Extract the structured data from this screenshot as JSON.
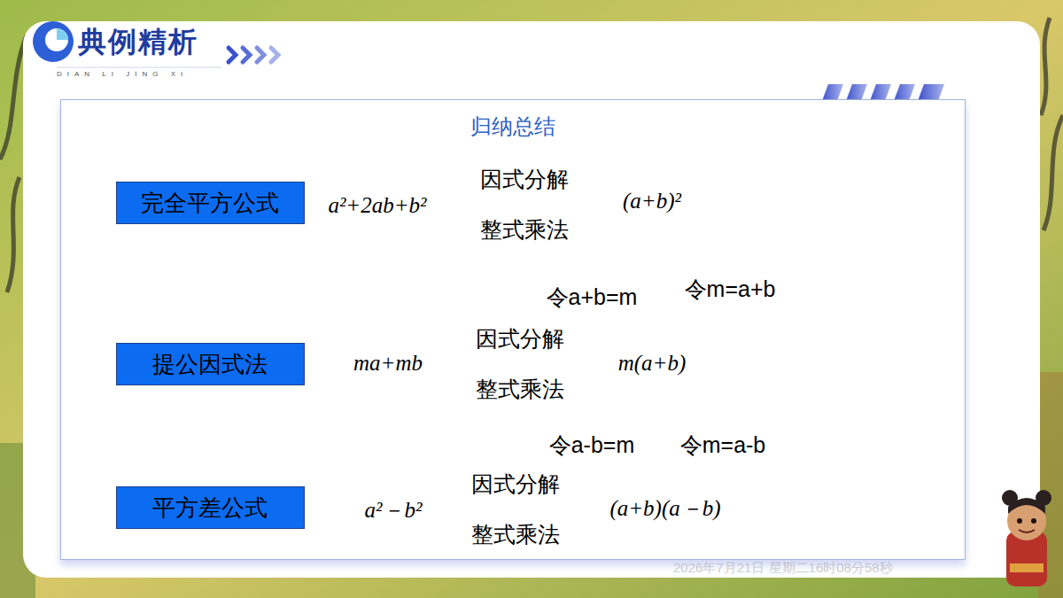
{
  "diagram": {
    "title": "典例精析",
    "nodes": [
      {
        "text": [
          "归纳总结"
        ]
      },
      {
        "text": [
          "完全平方公式"
        ],
        "in": 0
      },
      {
        "text": [
          "a²+2ab+b²"
        ],
        "in": 0
      },
      {
        "text": [
          "(a+b)²"
        ],
        "in": 0
      },
      {
        "text": [
          "提公因式法"
        ],
        "in": 0
      },
      {
        "text": [
          "ma+mb"
        ],
        "in": 0
      },
      {
        "text": [
          "m(a+b)"
        ],
        "in": 0
      },
      {
        "text": [
          "平方差公式"
        ],
        "in": 0
      },
      {
        "text": [
          "a²－b²"
        ],
        "in": 0
      },
      {
        "text": [
          "(a+b)(a－b)"
        ],
        "in": 0
      }
    ],
    "edges": [
      {
        "from": 2,
        "to": 3,
        "arrow": "to",
        "label": "因式分解"
      },
      {
        "from": 3,
        "to": 2,
        "arrow": "to",
        "label": "整式乘法"
      },
      {
        "from": 2,
        "to": 5,
        "arrow": "to",
        "label": "令a+b=m"
      },
      {
        "from": 5,
        "to": 2,
        "arrow": "to"
      },
      {
        "from": 3,
        "to": 6,
        "arrow": "to",
        "label": "令m=a+b"
      },
      {
        "from": 6,
        "to": 3,
        "arrow": "to"
      },
      {
        "from": 5,
        "to": 6,
        "arrow": "to",
        "label": "因式分解"
      },
      {
        "from": 6,
        "to": 5,
        "arrow": "to",
        "label": "整式乘法"
      },
      {
        "from": 5,
        "to": 8,
        "arrow": "to",
        "label": "令a-b=m"
      },
      {
        "from": 8,
        "to": 5,
        "arrow": "to"
      },
      {
        "from": 6,
        "to": 9,
        "arrow": "to",
        "label": "令m=a-b"
      },
      {
        "from": 9,
        "to": 6,
        "arrow": "to"
      },
      {
        "from": 8,
        "to": 9,
        "arrow": "to",
        "label": "因式分解"
      },
      {
        "from": 9,
        "to": 8,
        "arrow": "to",
        "label": "整式乘法"
      }
    ],
    "labels": [
      "DIAN LI JING XI",
      "2026年7月21日 星期二16时08分58秒"
    ]
  }
}
